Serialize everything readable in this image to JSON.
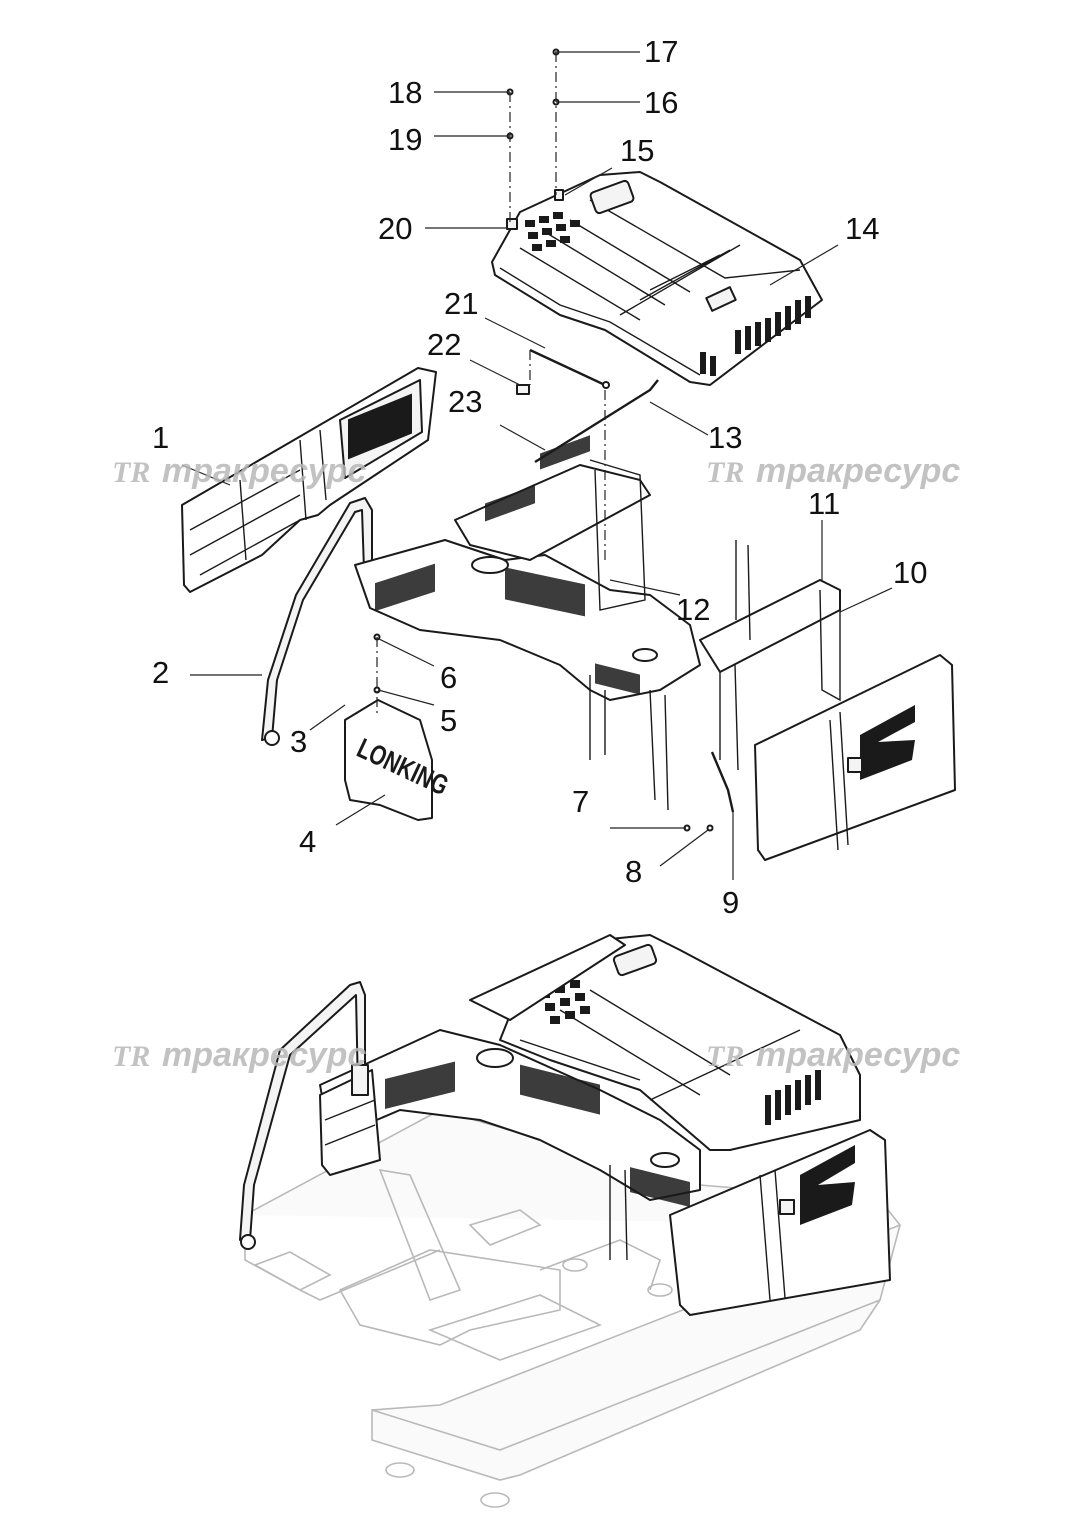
{
  "diagram": {
    "callouts": [
      {
        "id": "1",
        "label": "1"
      },
      {
        "id": "2",
        "label": "2"
      },
      {
        "id": "3",
        "label": "3"
      },
      {
        "id": "4",
        "label": "4"
      },
      {
        "id": "5",
        "label": "5"
      },
      {
        "id": "6",
        "label": "6"
      },
      {
        "id": "7",
        "label": "7"
      },
      {
        "id": "8",
        "label": "8"
      },
      {
        "id": "9",
        "label": "9"
      },
      {
        "id": "10",
        "label": "10"
      },
      {
        "id": "11",
        "label": "11"
      },
      {
        "id": "12",
        "label": "12"
      },
      {
        "id": "13",
        "label": "13"
      },
      {
        "id": "14",
        "label": "14"
      },
      {
        "id": "15",
        "label": "15"
      },
      {
        "id": "16",
        "label": "16"
      },
      {
        "id": "17",
        "label": "17"
      },
      {
        "id": "18",
        "label": "18"
      },
      {
        "id": "19",
        "label": "19"
      },
      {
        "id": "20",
        "label": "20"
      },
      {
        "id": "21",
        "label": "21"
      },
      {
        "id": "22",
        "label": "22"
      },
      {
        "id": "23",
        "label": "23"
      }
    ],
    "watermark": {
      "logo": "TR",
      "text": "тракресурс"
    },
    "brand_on_cover": "LONKING"
  },
  "colors": {
    "line": "#1a1a1a",
    "ghost": "#b9b9b9",
    "watermark": "#b8b8b8"
  }
}
